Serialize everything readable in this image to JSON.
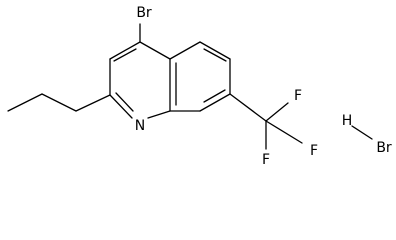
{
  "molecule": {
    "atoms": {
      "br_top": "Br",
      "n": "N",
      "f1": "F",
      "f2": "F",
      "f3": "F"
    },
    "salt": {
      "h": "H",
      "br": "Br"
    }
  }
}
